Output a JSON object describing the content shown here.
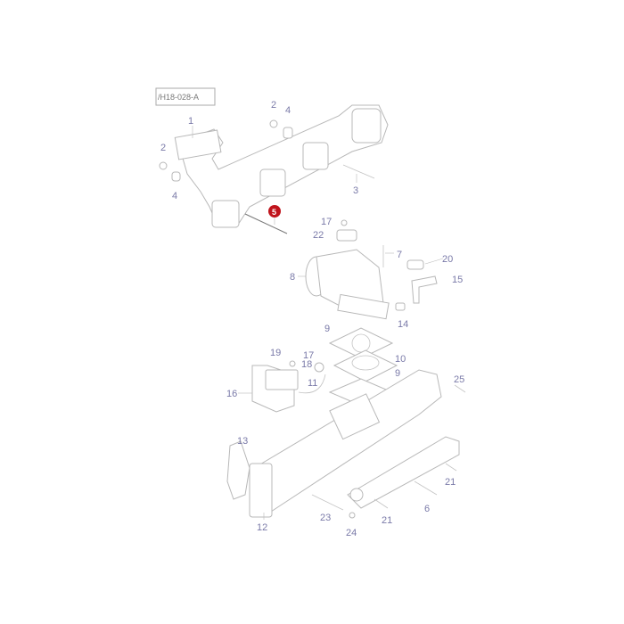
{
  "diagram": {
    "reference_code": "/H18-028-A",
    "highlight_color": "#c0141c",
    "highlighted_part": "5",
    "callouts": [
      "1",
      "2",
      "4",
      "2",
      "4",
      "3",
      "5",
      "17",
      "22",
      "7",
      "20",
      "8",
      "15",
      "14",
      "9",
      "19",
      "17",
      "18",
      "10",
      "11",
      "9",
      "16",
      "25",
      "13",
      "21",
      "23",
      "21",
      "6",
      "12",
      "24"
    ]
  }
}
